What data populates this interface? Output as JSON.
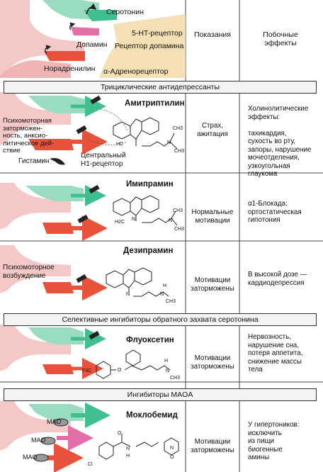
{
  "header": {
    "serotonin": "Серотонин",
    "dopamine": "Допамин",
    "noradrenaline": "Норадренилин",
    "receptor_5ht": "5-HT-рецептор",
    "receptor_dopamine": "Рецептор допамина",
    "receptor_alpha": "α-Адренорецептор",
    "col_indications": "Показания",
    "col_side_effects": "Побочные\nэффекты"
  },
  "sections": {
    "tricyclic": "Трициклические антидепрессанты",
    "ssri": "Селективные ингибиторы обратного захвата серотонина",
    "maoi": "Ингибиторы MAOA"
  },
  "amitriptyline": {
    "name": "Амитриптилин",
    "effect_note": "Психомоторная\nзаторможен-\nность, анксио-\nлитическое дей-\nствие",
    "histamine": "Гистамин",
    "h1_receptor": "Центральный\nH1-рецептор",
    "indication": "Страх,\nажитация",
    "side_effects": "Холинолитические\nэффекты:\n\nтахикардия,\nсухость во рту,\nзапоры, нарушение\nмочеотделения,\nузкоугольная\nглаукома"
  },
  "imipramine": {
    "name": "Имипрамин",
    "indication": "Нормальные\nмотивации",
    "side_effects": "α1-Блокада:\nортостатическая\nгипотония"
  },
  "desipramine": {
    "name": "Дезипрамин",
    "effect_note": "Психомоторное\nвозбуждение",
    "indication": "Мотивации\nзаторможены",
    "side_effects": "В высокой дозе —\nкардиодепрессия"
  },
  "fluoxetine": {
    "name": "Флуоксетин",
    "indication": "Мотивации\nзаторможены",
    "side_effects": "Нервозность,\nнарушение сна,\nпотеря аппетита,\nснижение массы\nтела"
  },
  "moclobemide": {
    "name": "Моклобемид",
    "mao": "MAO",
    "indication": "Мотивации\nзаторможены",
    "side_effects": "У гипертоников:\nисключить\nиз пищи\nбиогенные\nамины"
  },
  "chem": {
    "ch3": "CH3",
    "n": "N",
    "h": "H",
    "hc": "HC",
    "h2c": "H2C",
    "cf3": "F3C",
    "o": "O",
    "cl": "Cl"
  },
  "colors": {
    "serotonin": "#3fbf8f",
    "dopamine": "#e46fa8",
    "noradrenaline": "#e8513a",
    "neuron": "#f5c8c8",
    "neuron_dark": "#e7a9a9",
    "receptor": "#f0c27a",
    "drug": "#333333"
  }
}
